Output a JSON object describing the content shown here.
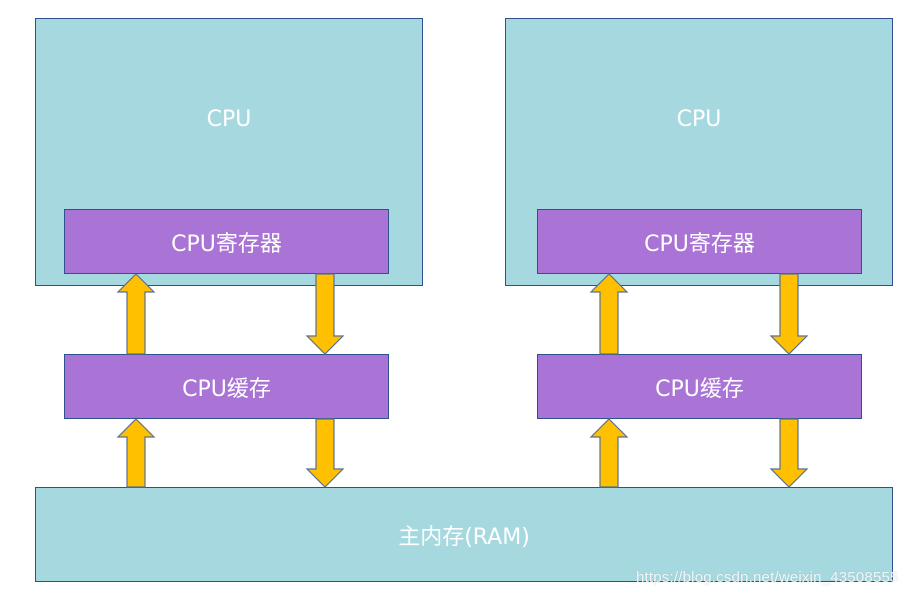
{
  "diagram": {
    "colors": {
      "cpu_fill": "#a5d9df",
      "register_cache_fill": "#a974d5",
      "ram_fill": "#a5d9df",
      "border": "#2f528f",
      "arrow_fill": "#ffc000",
      "arrow_stroke": "#5b6f8f",
      "text": "#ffffff"
    },
    "cores": [
      {
        "cpu_label": "CPU",
        "register_label": "CPU寄存器",
        "cache_label": "CPU缓存"
      },
      {
        "cpu_label": "CPU",
        "register_label": "CPU寄存器",
        "cache_label": "CPU缓存"
      }
    ],
    "ram_label": "主内存(RAM)",
    "arrows": [
      {
        "from": "CPU缓存",
        "to": "CPU寄存器",
        "direction": "up"
      },
      {
        "from": "CPU寄存器",
        "to": "CPU缓存",
        "direction": "down"
      },
      {
        "from": "主内存(RAM)",
        "to": "CPU缓存",
        "direction": "up"
      },
      {
        "from": "CPU缓存",
        "to": "主内存(RAM)",
        "direction": "down"
      }
    ]
  },
  "watermark": "https://blog.csdn.net/weixin_43508555"
}
